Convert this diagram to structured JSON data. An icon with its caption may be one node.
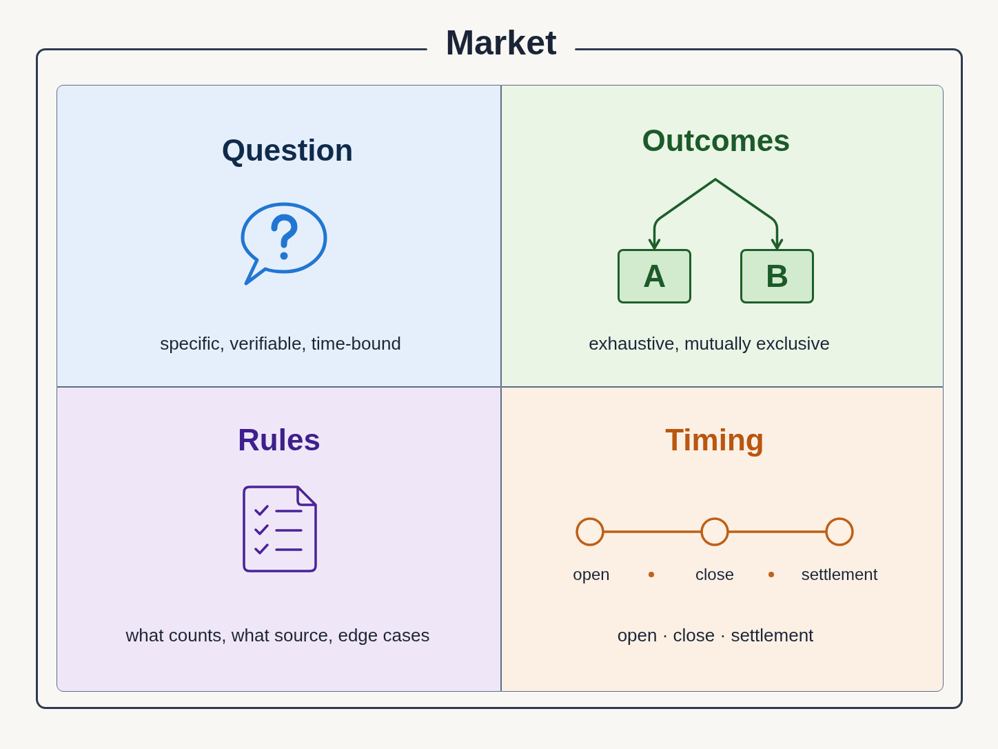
{
  "diagram": {
    "nodes": [
      {
        "text": [
          "Market"
        ]
      },
      {
        "text": [
          "Question",
          "specific, verifiable, time-bound"
        ],
        "in": 0
      },
      {
        "text": [
          "Outcomes",
          "exhaustive, mutually exclusive"
        ],
        "in": 0
      },
      {
        "text": [
          "A"
        ],
        "in": 2
      },
      {
        "text": [
          "B"
        ],
        "in": 2
      },
      {
        "text": [
          "Rules",
          "what counts, what source, edge cases"
        ],
        "in": 0
      },
      {
        "text": [
          "Timing",
          "open · close · settlement"
        ],
        "in": 0
      },
      {
        "text": [],
        "shape": "circle",
        "in": 6,
        "beside": [
          "open"
        ]
      },
      {
        "text": [],
        "shape": "circle",
        "in": 6,
        "beside": [
          "close"
        ]
      },
      {
        "text": [],
        "shape": "circle",
        "in": 6,
        "beside": [
          "settlement"
        ]
      }
    ],
    "edges": [
      {
        "from": null,
        "to": 3,
        "arrow": "to",
        "color": "#1e5e2a"
      },
      {
        "from": null,
        "to": 4,
        "arrow": "to",
        "color": "#1e5e2a"
      },
      {
        "from": 7,
        "to": 8,
        "arrow": "none",
        "color": "#bf5f15"
      },
      {
        "from": 8,
        "to": 9,
        "arrow": "none",
        "color": "#bf5f15"
      }
    ]
  }
}
